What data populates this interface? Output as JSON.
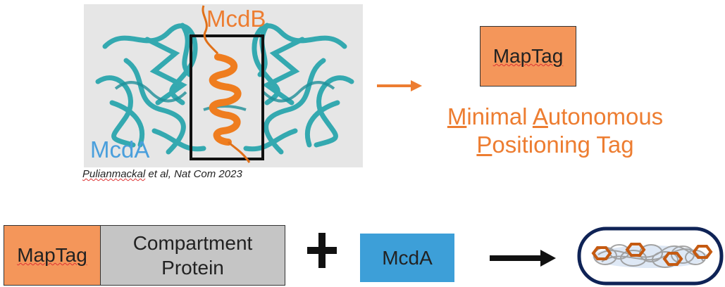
{
  "labels": {
    "mcdb": "McdB",
    "mcda_structure": "McdA",
    "citation_author": "Pulianmackal",
    "citation_rest": " et al, Nat Com 2023"
  },
  "maptag_top": "MapTag",
  "acronym": {
    "line1": [
      "M",
      "inimal ",
      "A",
      "utonomous"
    ],
    "line2": [
      "P",
      "ositioning Tag"
    ]
  },
  "construct": {
    "tag": "MapTag",
    "protein_line1": "Compartment",
    "protein_line2": "Protein"
  },
  "plus_symbol": "+",
  "mcda_box": "McdA",
  "colors": {
    "orange_text": "#ed7d31",
    "orange_fill": "#f4965a",
    "blue_text": "#4a9fdc",
    "blue_fill": "#3d9fd8",
    "teal_protein": "#2aa7b0",
    "navy_cell": "#0f2356"
  }
}
